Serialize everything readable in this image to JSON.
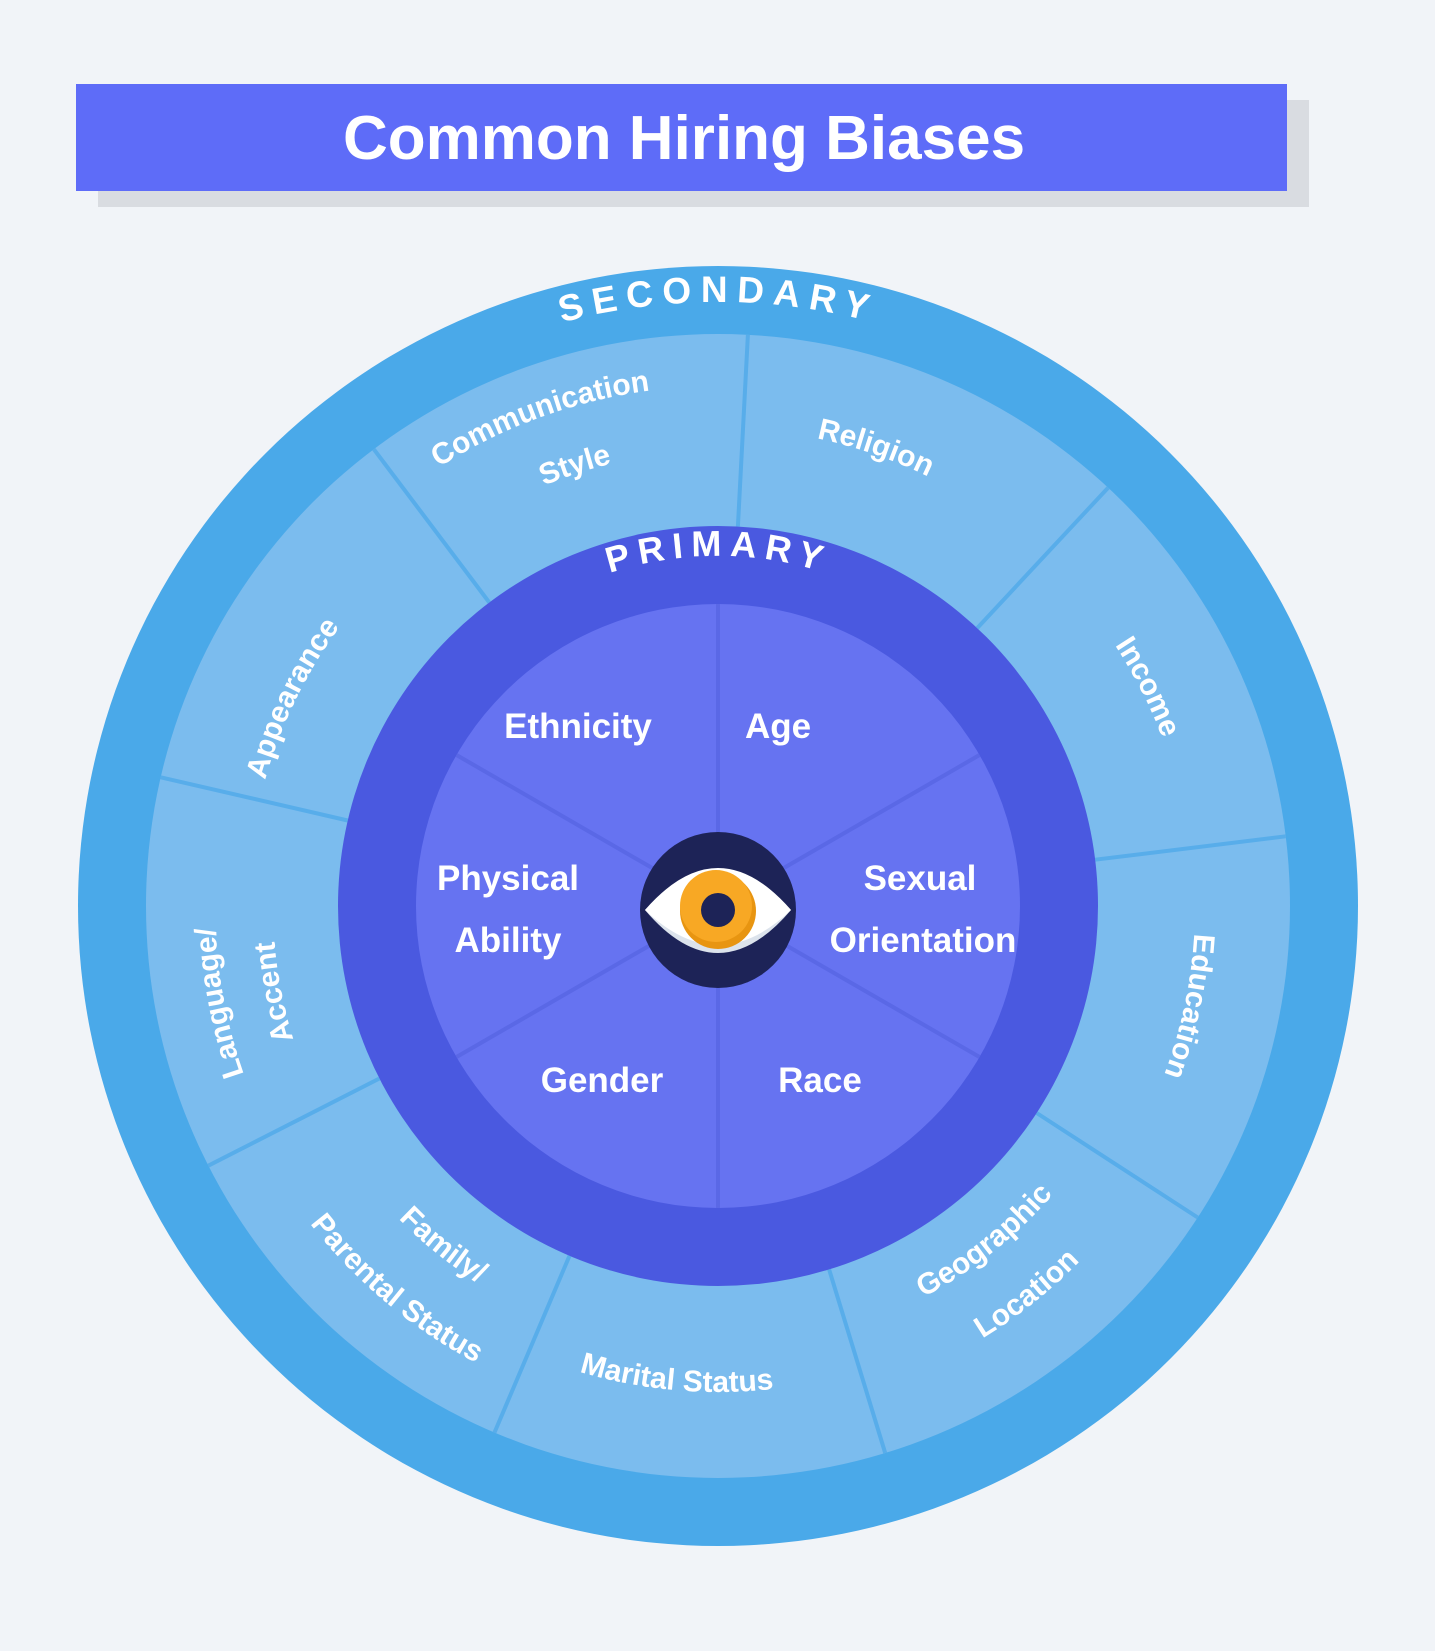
{
  "title": "Common Hiring Biases",
  "rings": {
    "outer_label": "SECONDARY",
    "inner_label": "PRIMARY"
  },
  "secondary_biases": {
    "communication_style": {
      "line1": "Communication",
      "line2": "Style"
    },
    "religion": {
      "line1": "Religion"
    },
    "income": {
      "line1": "Income"
    },
    "education": {
      "line1": "Education"
    },
    "geographic_location": {
      "line1": "Geographic",
      "line2": "Location"
    },
    "marital_status": {
      "line1": "Marital Status"
    },
    "family_parental_status": {
      "line1": "Family/",
      "line2": "Parental Status"
    },
    "language_accent": {
      "line1": "Language/",
      "line2": "Accent"
    },
    "appearance": {
      "line1": "Appearance"
    }
  },
  "primary_biases": {
    "ethnicity": {
      "line1": "Ethnicity"
    },
    "age": {
      "line1": "Age"
    },
    "sexual_orientation": {
      "line1": "Sexual",
      "line2": "Orientation"
    },
    "race": {
      "line1": "Race"
    },
    "gender": {
      "line1": "Gender"
    },
    "physical_ability": {
      "line1": "Physical",
      "line2": "Ability"
    }
  },
  "secondary_biases_list": [
    "Communication Style",
    "Religion",
    "Income",
    "Education",
    "Geographic Location",
    "Marital Status",
    "Family/Parental Status",
    "Language/Accent",
    "Appearance"
  ],
  "primary_biases_list": [
    "Ethnicity",
    "Age",
    "Sexual Orientation",
    "Race",
    "Gender",
    "Physical Ability"
  ],
  "center": {
    "icon": "eye-icon"
  },
  "colors": {
    "background": "#F1F4F8",
    "banner": "#5E6CF8",
    "banner_shadow": "#D9DCE1",
    "outer_band": "#4AA9E9",
    "secondary_segment": "#7BBCEE",
    "secondary_divider": "#58ADEA",
    "primary_band": "#4A59E0",
    "primary_segment": "#6673F1",
    "primary_divider": "#5A68E6",
    "center_navy": "#1D2357",
    "eye_shadow": "#DCE3EC",
    "eye_white": "#FFFFFF",
    "iris_dark": "#E89511",
    "iris_orange": "#F8A824",
    "text": "#FFFFFF"
  }
}
